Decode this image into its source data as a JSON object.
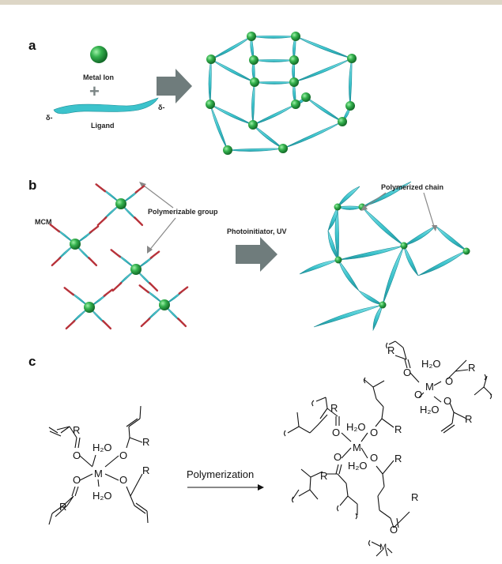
{
  "panels": {
    "a": {
      "label": "a",
      "metal_ion_label": "Metal Ion",
      "plus": "+",
      "ligand_label": "Ligand",
      "delta_left": "δ-",
      "delta_right": "δ-"
    },
    "b": {
      "label": "b",
      "mcm_label": "MCM",
      "polymerizable_label": "Polymerizable group",
      "arrow_label": "Photoinitiator, UV",
      "polymerized_label": "Polymerized chain"
    },
    "c": {
      "label": "c",
      "arrow_label": "Polymerization",
      "R": "R",
      "O": "O",
      "M": "M",
      "H2O": "H₂O"
    }
  },
  "colors": {
    "metal": "#2fa84a",
    "ligand": "#3cc3cc",
    "ligand_end": "#b8323a",
    "arrow": "#6f7c7c",
    "top_rule": "#ddd6c6"
  }
}
